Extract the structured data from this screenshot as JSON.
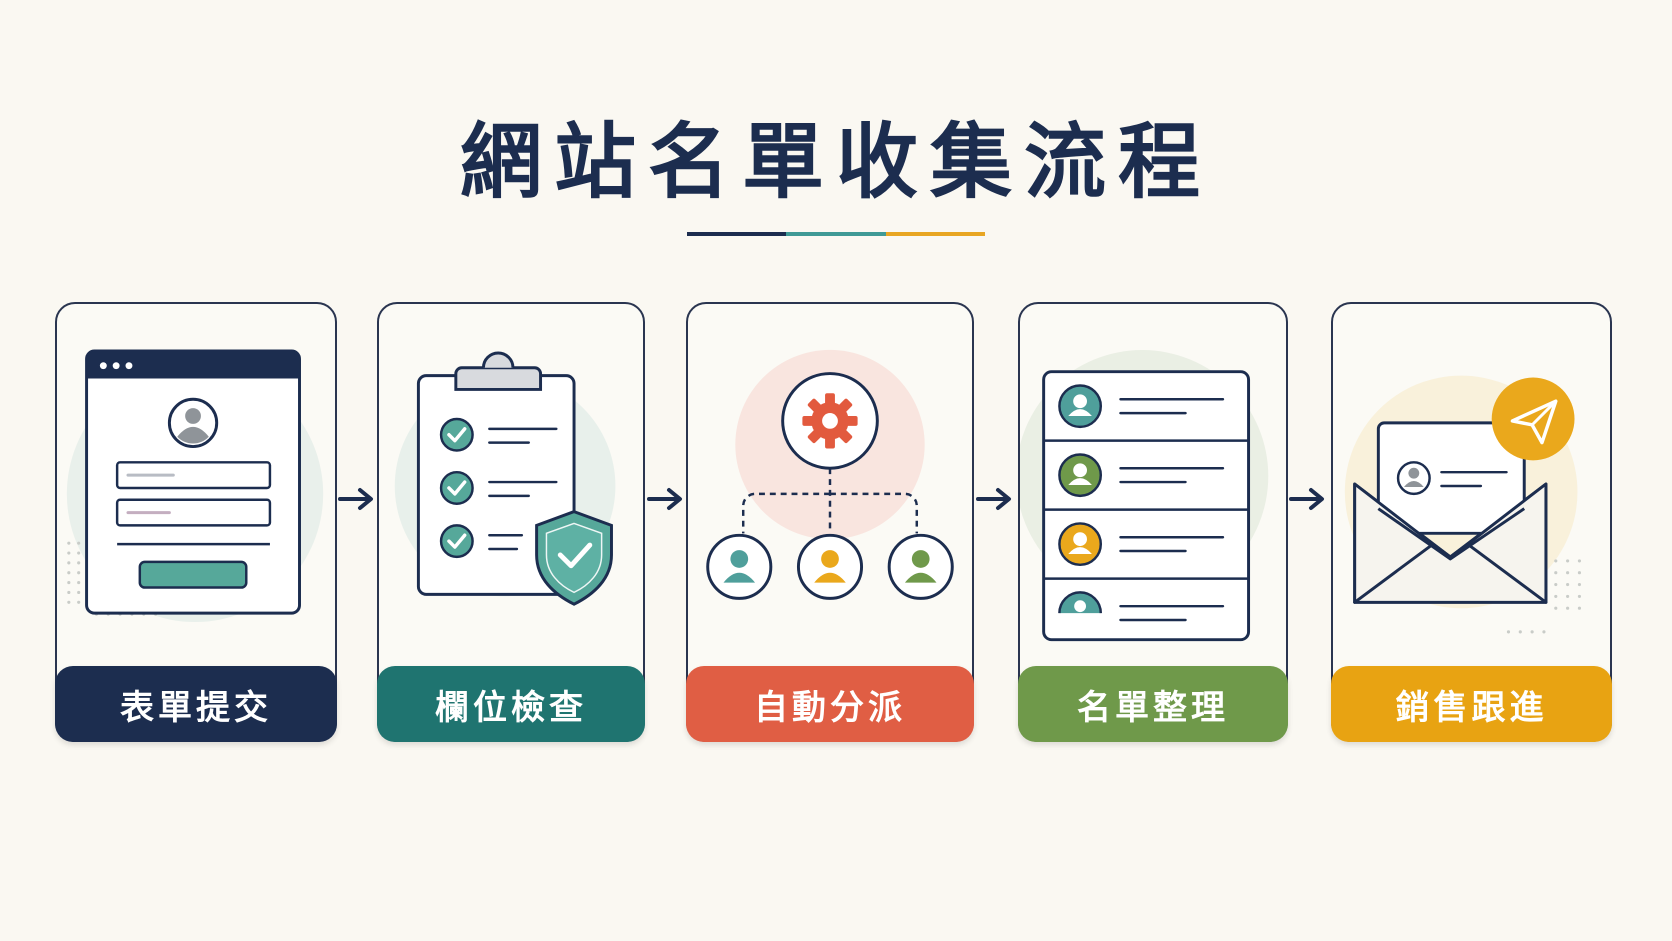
{
  "title": "網站名單收集流程",
  "underline_colors": [
    "#1c2d4f",
    "#3f9a96",
    "#e8a623"
  ],
  "steps": [
    {
      "label": "表單提交",
      "color": "#1c2d4f",
      "icon": "web-form-icon"
    },
    {
      "label": "欄位檢查",
      "color": "#1f7470",
      "icon": "checklist-shield-icon"
    },
    {
      "label": "自動分派",
      "color": "#e05e44",
      "icon": "gear-distribution-icon"
    },
    {
      "label": "名單整理",
      "color": "#6f994a",
      "icon": "contact-list-icon"
    },
    {
      "label": "銷售跟進",
      "color": "#e8a312",
      "icon": "envelope-send-icon"
    }
  ]
}
